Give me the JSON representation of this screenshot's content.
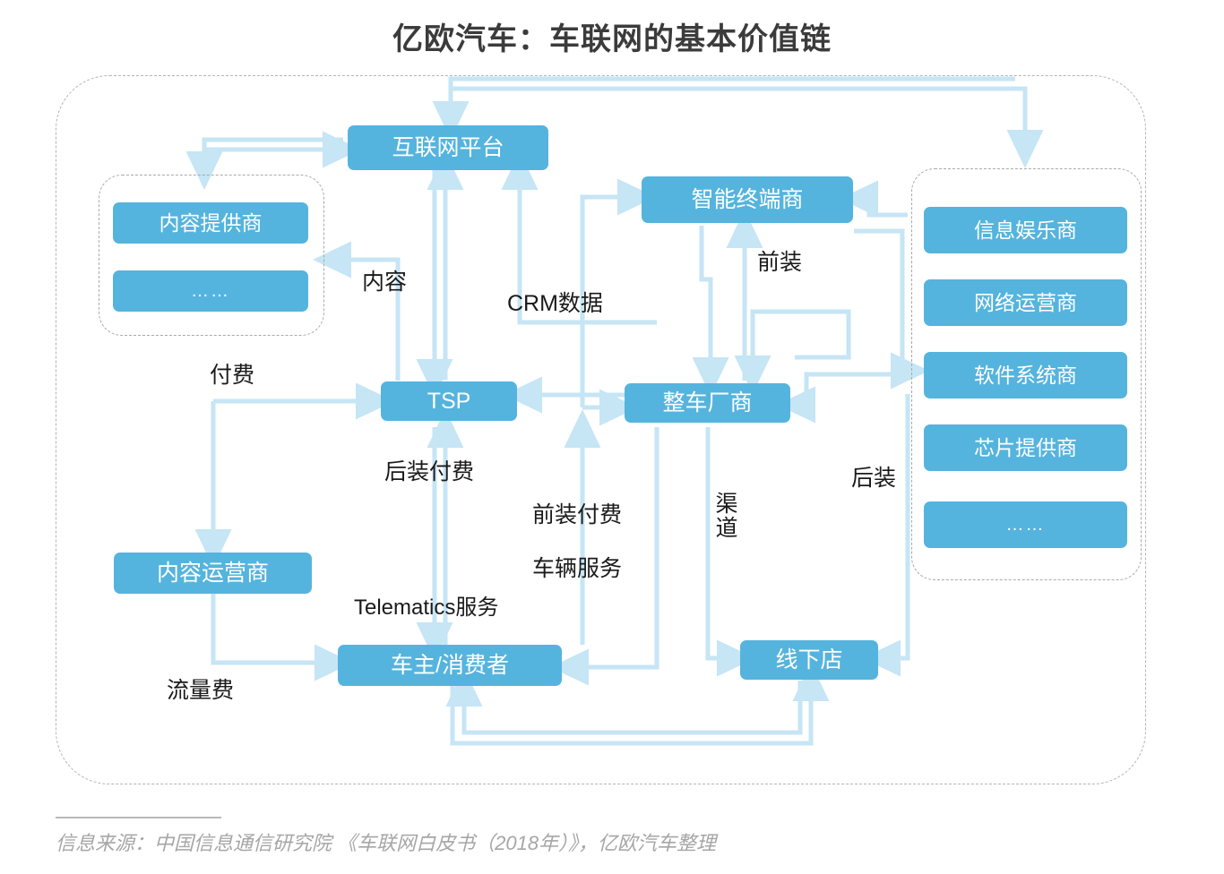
{
  "title": "亿欧汽车：车联网的基本价值链",
  "footer": {
    "source": "信息来源：中国信息通信研究院 《车联网白皮书（2018年）》，亿欧汽车整理"
  },
  "colors": {
    "node_fill": "#55b4dd",
    "node_text": "#ffffff",
    "arrow": "#c6e5f5",
    "group_border": "#a9a9a9",
    "title_text": "#3b3b3b",
    "footer_text": "#a6a6a6"
  },
  "nodes": {
    "internet_platform": "互联网平台",
    "smart_terminal": "智能终端商",
    "tsp": "TSP",
    "oem": "整车厂商",
    "content_provider": "内容提供商",
    "content_provider_more": "……",
    "content_operator": "内容运营商",
    "car_owner": "车主/消费者",
    "offline_store": "线下店",
    "infotainment": "信息娱乐商",
    "network_operator": "网络运营商",
    "software_system": "软件系统商",
    "chip_provider": "芯片提供商",
    "supplier_more": "……"
  },
  "edge_labels": {
    "content": "内容",
    "crm_data": "CRM数据",
    "pre_install": "前装",
    "pay": "付费",
    "post_install_pay": "后装付费",
    "pre_install_pay": "前装付费",
    "vehicle_service": "车辆服务",
    "telematics_service": "Telematics服务",
    "data_fee": "流量费",
    "channel": "渠道",
    "post_install": "后装"
  },
  "chart_data": {
    "type": "diagram",
    "title": "亿欧汽车：车联网的基本价值链",
    "entities": [
      {
        "id": "internet_platform",
        "label": "互联网平台"
      },
      {
        "id": "smart_terminal",
        "label": "智能终端商"
      },
      {
        "id": "tsp",
        "label": "TSP"
      },
      {
        "id": "oem",
        "label": "整车厂商"
      },
      {
        "id": "content_provider",
        "label": "内容提供商"
      },
      {
        "id": "content_operator",
        "label": "内容运营商"
      },
      {
        "id": "car_owner",
        "label": "车主/消费者"
      },
      {
        "id": "offline_store",
        "label": "线下店"
      },
      {
        "id": "infotainment",
        "label": "信息娱乐商"
      },
      {
        "id": "network_operator",
        "label": "网络运营商"
      },
      {
        "id": "software_system",
        "label": "软件系统商"
      },
      {
        "id": "chip_provider",
        "label": "芯片提供商"
      }
    ],
    "groups": [
      {
        "name": "content-group",
        "members": [
          "内容提供商",
          "……"
        ]
      },
      {
        "name": "supplier-group",
        "members": [
          "信息娱乐商",
          "网络运营商",
          "软件系统商",
          "芯片提供商",
          "……"
        ]
      }
    ],
    "edges": [
      {
        "from": "内容提供商组",
        "to": "互联网平台",
        "label": "",
        "direction": "both"
      },
      {
        "from": "互联网平台",
        "to": "供应商组",
        "label": "",
        "direction": "both"
      },
      {
        "from": "TSP",
        "to": "内容提供商组",
        "label": "内容",
        "direction": "to"
      },
      {
        "from": "互联网平台",
        "to": "TSP",
        "label": "",
        "direction": "both"
      },
      {
        "from": "整车厂商",
        "to": "互联网平台",
        "label": "CRM数据",
        "direction": "to"
      },
      {
        "from": "TSP",
        "to": "智能终端商",
        "label": "",
        "direction": "to"
      },
      {
        "from": "整车厂商",
        "to": "智能终端商",
        "label": "前装",
        "direction": "to"
      },
      {
        "from": "智能终端商",
        "to": "整车厂商",
        "label": "",
        "direction": "to"
      },
      {
        "from": "TSP",
        "to": "整车厂商",
        "label": "",
        "direction": "both"
      },
      {
        "from": "整车厂商",
        "to": "供应商组",
        "label": "",
        "direction": "both"
      },
      {
        "from": "智能终端商",
        "to": "供应商组",
        "label": "",
        "direction": "to"
      },
      {
        "from": "内容运营商",
        "to": "TSP",
        "label": "付费",
        "direction": "to"
      },
      {
        "from": "内容运营商",
        "to": "车主/消费者",
        "label": "流量费",
        "direction": "to"
      },
      {
        "from": "车主/消费者",
        "to": "TSP",
        "label": "后装付费",
        "direction": "to"
      },
      {
        "from": "车主/消费者",
        "to": "整车厂商",
        "label": "前装付费 / 车辆服务",
        "direction": "both"
      },
      {
        "from": "TSP",
        "to": "车主/消费者",
        "label": "Telematics服务",
        "direction": "to"
      },
      {
        "from": "整车厂商",
        "to": "线下店",
        "label": "渠道",
        "direction": "to"
      },
      {
        "from": "供应商组",
        "to": "线下店",
        "label": "后装",
        "direction": "to"
      },
      {
        "from": "车主/消费者",
        "to": "线下店",
        "label": "",
        "direction": "both"
      }
    ]
  }
}
